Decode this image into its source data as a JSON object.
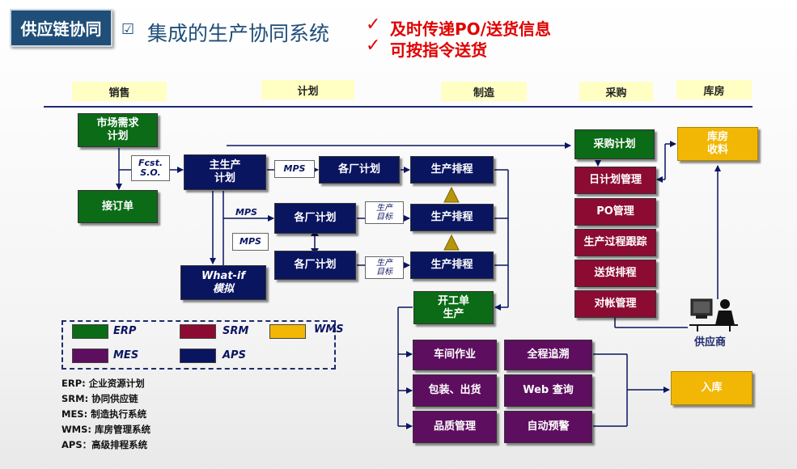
{
  "header": {
    "badge": "供应链协同",
    "title": "集成的生产协同系统",
    "bullets": [
      "及时传递PO/送货信息",
      "可按指令送货"
    ],
    "check_glyph": "✓",
    "checkbox_glyph": "☑"
  },
  "stages": [
    "销售",
    "计划",
    "制造",
    "采购",
    "库房"
  ],
  "nodes": {
    "market_demand": "市场需求\n计划",
    "order": "接订单",
    "master_plan": "主生产\n计划",
    "whatif": "What-if\n模拟",
    "plant_plan_1": "各厂计划",
    "plant_plan_2": "各厂计划",
    "plant_plan_3": "各厂计划",
    "sched_1": "生产排程",
    "sched_2": "生产排程",
    "sched_3": "生产排程",
    "work_order": "开工单\n生产",
    "shop_floor": "车间作业",
    "packing": "包装、出货",
    "quality": "品质管理",
    "trace": "全程追溯",
    "web_query": "Web 查询",
    "auto_alert": "自动预警",
    "purchase_plan": "采购计划",
    "daily_plan": "日计划管理",
    "po_mgmt": "PO管理",
    "process_track": "生产过程跟踪",
    "delivery_sched": "送货排程",
    "reconcile": "对帐管理",
    "warehouse_receive": "库房\n收料",
    "inbound": "入库"
  },
  "tags": {
    "fcst": "Fcst.\nS.O.",
    "mps1": "MPS",
    "mps2": "MPS",
    "mps3": "MPS",
    "target1": "生产\n目标",
    "target2": "生产\n目标"
  },
  "supplier_label": "供应商",
  "legend": [
    "ERP",
    "SRM",
    "WMS",
    "MES",
    "APS"
  ],
  "abbreviations": [
    "ERP: 企业资源计划",
    "SRM: 协同供应链",
    "MES: 制造执行系统",
    "WMS: 库房管理系统",
    "APS：高级排程系统"
  ],
  "colors": {
    "ERP": "#0b6b16",
    "SRM": "#8c0b33",
    "WMS": "#f2b705",
    "MES": "#5e0e5e",
    "APS": "#0a1560",
    "title_blue": "#1f4e79",
    "bullet_red": "#e00000"
  }
}
